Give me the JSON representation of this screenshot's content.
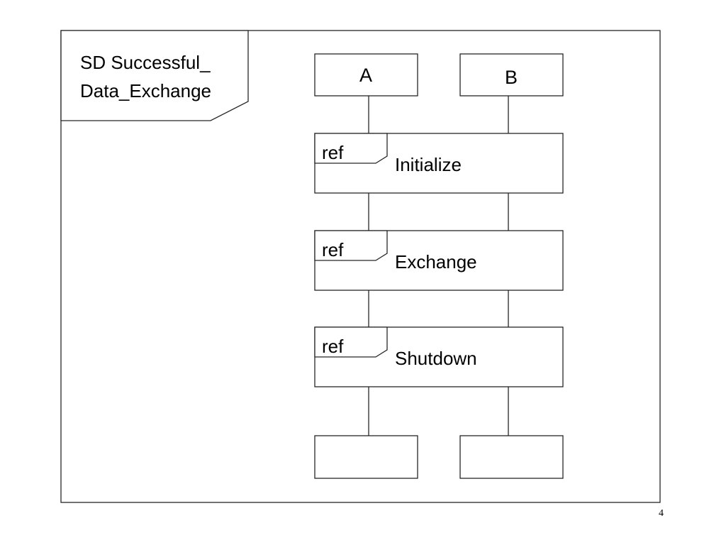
{
  "frame": {
    "title_line1": "SD Successful_",
    "title_line2": "Data_Exchange"
  },
  "lifelines": [
    {
      "name": "A"
    },
    {
      "name": "B"
    }
  ],
  "interaction_uses": [
    {
      "keyword": "ref",
      "name": "Initialize"
    },
    {
      "keyword": "ref",
      "name": "Exchange"
    },
    {
      "keyword": "ref",
      "name": "Shutdown"
    }
  ],
  "page_number": "4"
}
